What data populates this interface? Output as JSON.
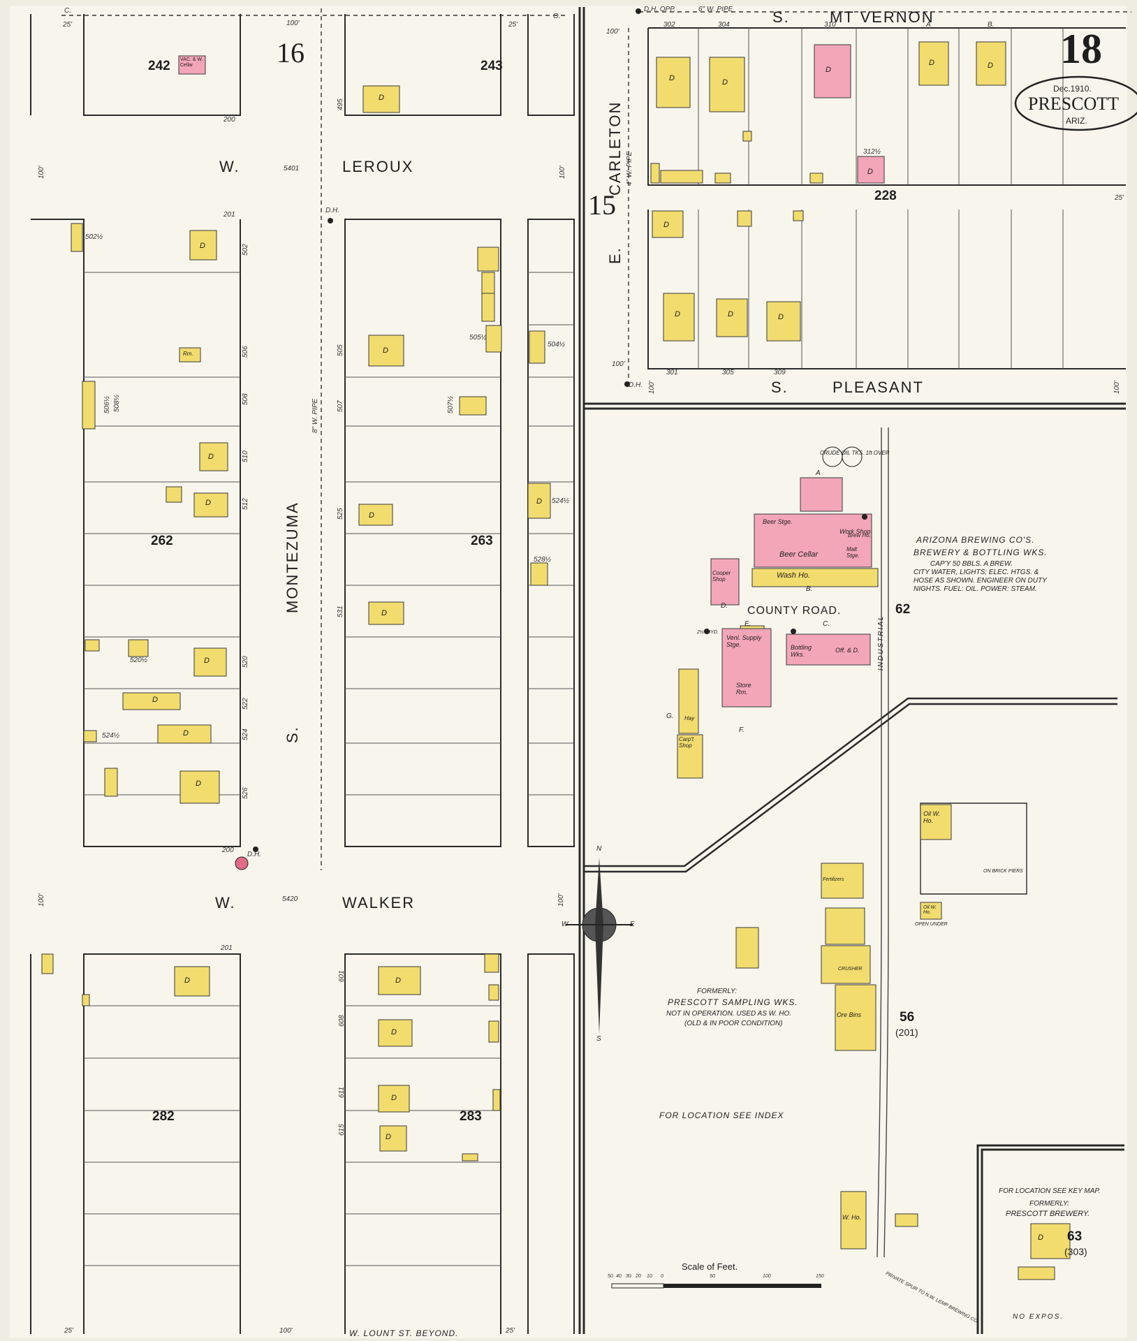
{
  "header": {
    "sheet_number": "18",
    "stamp_date": "Dec.1910.",
    "stamp_city": "PRESCOTT",
    "stamp_state": "ARIZ."
  },
  "blocks": {
    "left_block_numbers": [
      "16",
      "15"
    ],
    "numbers": [
      "242",
      "243",
      "262",
      "263",
      "282",
      "283",
      "228",
      "62",
      "56",
      "(201)",
      "63",
      "(303)"
    ]
  },
  "streets": {
    "mt_vernon_prefix": "S.",
    "mt_vernon": "MT VERNON",
    "leroux_prefix": "W.",
    "leroux": "LEROUX",
    "carleton_prefix": "E.",
    "carleton": "CARLETON",
    "pleasant_prefix": "S.",
    "pleasant": "PLEASANT",
    "montezuma": "MONTEZUMA",
    "montezuma_prefix": "S.",
    "walker_prefix": "W.",
    "walker": "WALKER",
    "county_road": "COUNTY ROAD.",
    "lount": "W. LOUNT ST. BEYOND.",
    "industrial": "INDUSTRIAL"
  },
  "widths": {
    "w100": "100'",
    "w25": "25'",
    "c": "C.",
    "o": "O.",
    "dh": "D.H.",
    "dh_opp": "D.H. OPP.",
    "pipe6": "6\" W. PIPE",
    "pipe4": "4\" W. PIPE",
    "pipe8": "8\" W. PIPE"
  },
  "addresses": {
    "leroux_south": "200",
    "leroux_north": "201",
    "walker_north": "200",
    "walker_south": "201",
    "mtv_302": "302",
    "mtv_304": "304",
    "mtv_310": "310",
    "mtv_a": "A",
    "mtv_b": "B.",
    "pleasant_301": "301",
    "pleasant_305": "305",
    "pleasant_309": "309",
    "mtv_312": "312½",
    "montezuma_west": [
      "502",
      "506",
      "508",
      "510",
      "512",
      "520",
      "522",
      "524",
      "526"
    ],
    "montezuma_east": [
      "495",
      "505",
      "507",
      "525",
      "531",
      "601",
      "608",
      "611",
      "615"
    ],
    "half_nums": [
      "502½",
      "506½",
      "508½",
      "520½",
      "524½",
      "507½",
      "505½",
      "504½",
      "524½",
      "528½"
    ],
    "cross_5420": "5420",
    "cross_5401": "5401"
  },
  "labels": {
    "d": "D",
    "vac_cellar": "VAC. & W. Cellar",
    "hay": "Hay",
    "rm": "Rm."
  },
  "brewery": {
    "title": "ARIZONA BREWING CO'S.",
    "subtitle": "BREWERY & BOTTLING WKS.",
    "capacity": "CAP'Y 50 BBLS. A BREW.",
    "line2": "CITY WATER, LIGHTS; ELEC. HTGS. &",
    "line3": "HOSE AS SHOWN. ENGINEER ON DUTY",
    "line4": "NIGHTS. FUEL: OIL. POWER: STEAM.",
    "crude_oil": "CRUDE OIL TKS. 1ft OVER",
    "beer_stge": "Beer Stge.",
    "beer_cellar": "Beer Cellar",
    "work_shop": "Work Shop",
    "wash_ho": "Wash Ho.",
    "cooper_shop": "Cooper Shop",
    "malt_stge": "Malt Stge.",
    "brew": "Brew Ho.",
    "venl_supply": "Venl. Supply Stge.",
    "bottling": "Bottling Wks.",
    "off_d": "Off. & D.",
    "store_rm": "Store Rm.",
    "carpt_shop": "Carp't Shop",
    "hyd": "2½\" HYD.",
    "sect_a": "A",
    "sect_b": "B.",
    "sect_c": "C.",
    "sect_d": "D.",
    "sect_e": "E.",
    "sect_f": "F.",
    "sect_g": "G."
  },
  "sampling": {
    "formerly": "FORMERLY:",
    "name": "PRESCOTT SAMPLING WKS.",
    "status": "NOT IN OPERATION. USED AS W. HO.",
    "condition": "(OLD & IN POOR CONDITION)",
    "location": "FOR LOCATION SEE INDEX",
    "ore_bins": "Ore Bins",
    "oil_wh": "Oil W. Ho.",
    "w_ho": "W. Ho.",
    "crusher": "CRUSHER",
    "fertilizers": "Fertilizers",
    "on_brick_piers": "ON BRICK PIERS",
    "open_under": "OPEN UNDER"
  },
  "brewery_old": {
    "location": "FOR LOCATION SEE KEY MAP.",
    "formerly": "FORMERLY:",
    "name": "PRESCOTT BREWERY.",
    "no_expos": "NO EXPOS.",
    "spur": "PRIVATE SPUR TO N.W. LEMP BREWING CO."
  },
  "compass": {
    "n": "N",
    "s": "S",
    "e": "E",
    "w": "W"
  },
  "scale": {
    "title": "Scale of Feet.",
    "ticks": [
      "50",
      "40",
      "30",
      "20",
      "10",
      "0",
      "50",
      "100",
      "150"
    ]
  },
  "legend_colors": {
    "frame": "#f2dc6e",
    "brick": "#f3a6b8",
    "paper": "#efece1",
    "ink": "#2a2a2a"
  }
}
